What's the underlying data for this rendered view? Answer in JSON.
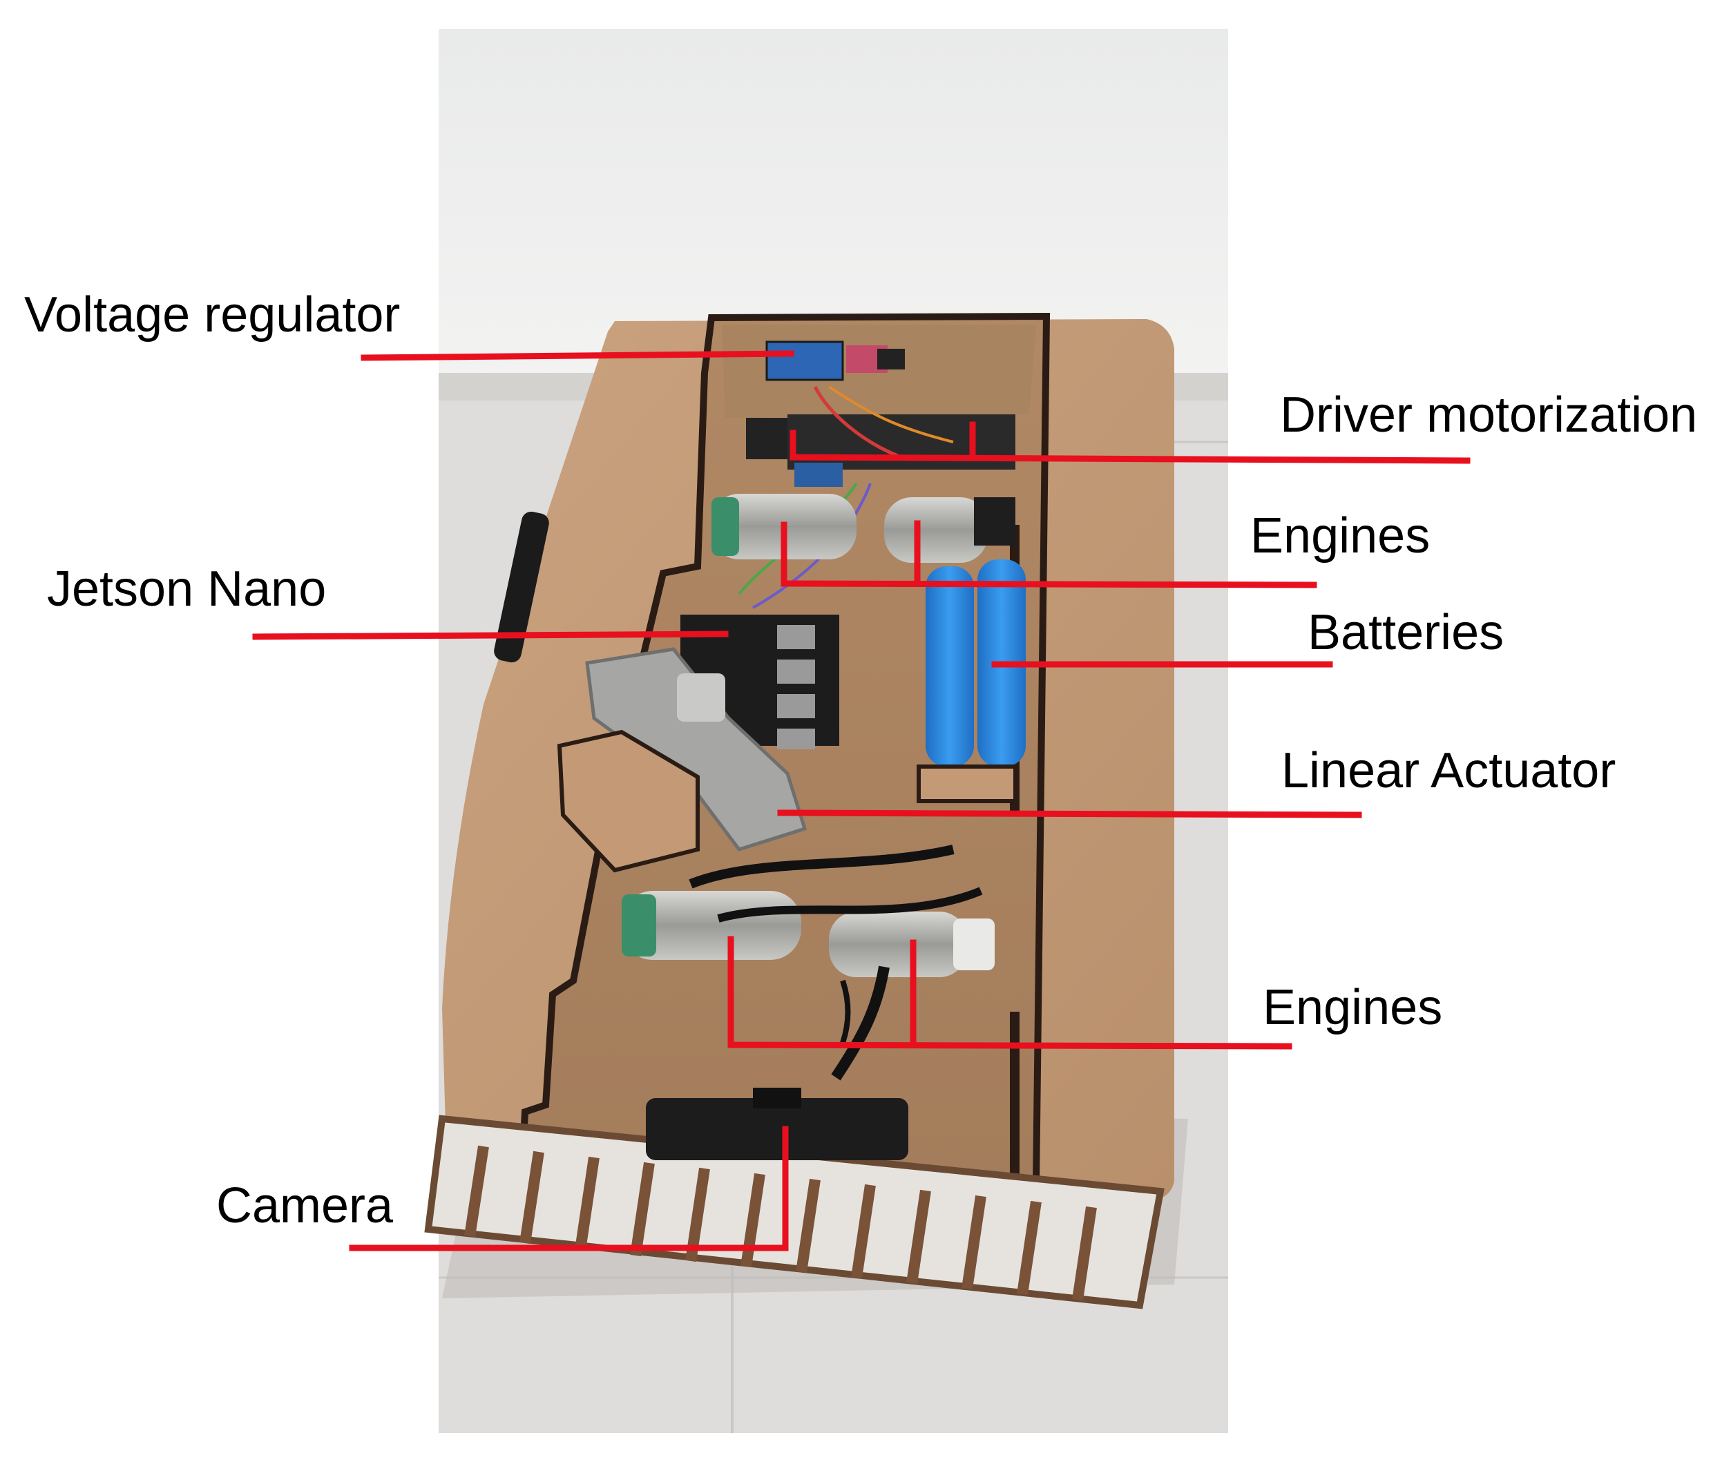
{
  "labels": {
    "voltage_regulator": "Voltage regulator",
    "driver_motorization": "Driver motorization",
    "engines_top": "Engines",
    "jetson_nano": "Jetson Nano",
    "batteries": "Batteries",
    "linear_actuator": "Linear Actuator",
    "engines_bottom": "Engines",
    "camera": "Camera"
  },
  "colors": {
    "leader_line": "#e8101e",
    "label_text": "#000000",
    "mdf_wood": "#c49a76",
    "mdf_edge": "#2a1c14",
    "battery_blue": "#2f8fe0",
    "floor": "#dcdcd8",
    "wall": "#eeeeee"
  }
}
